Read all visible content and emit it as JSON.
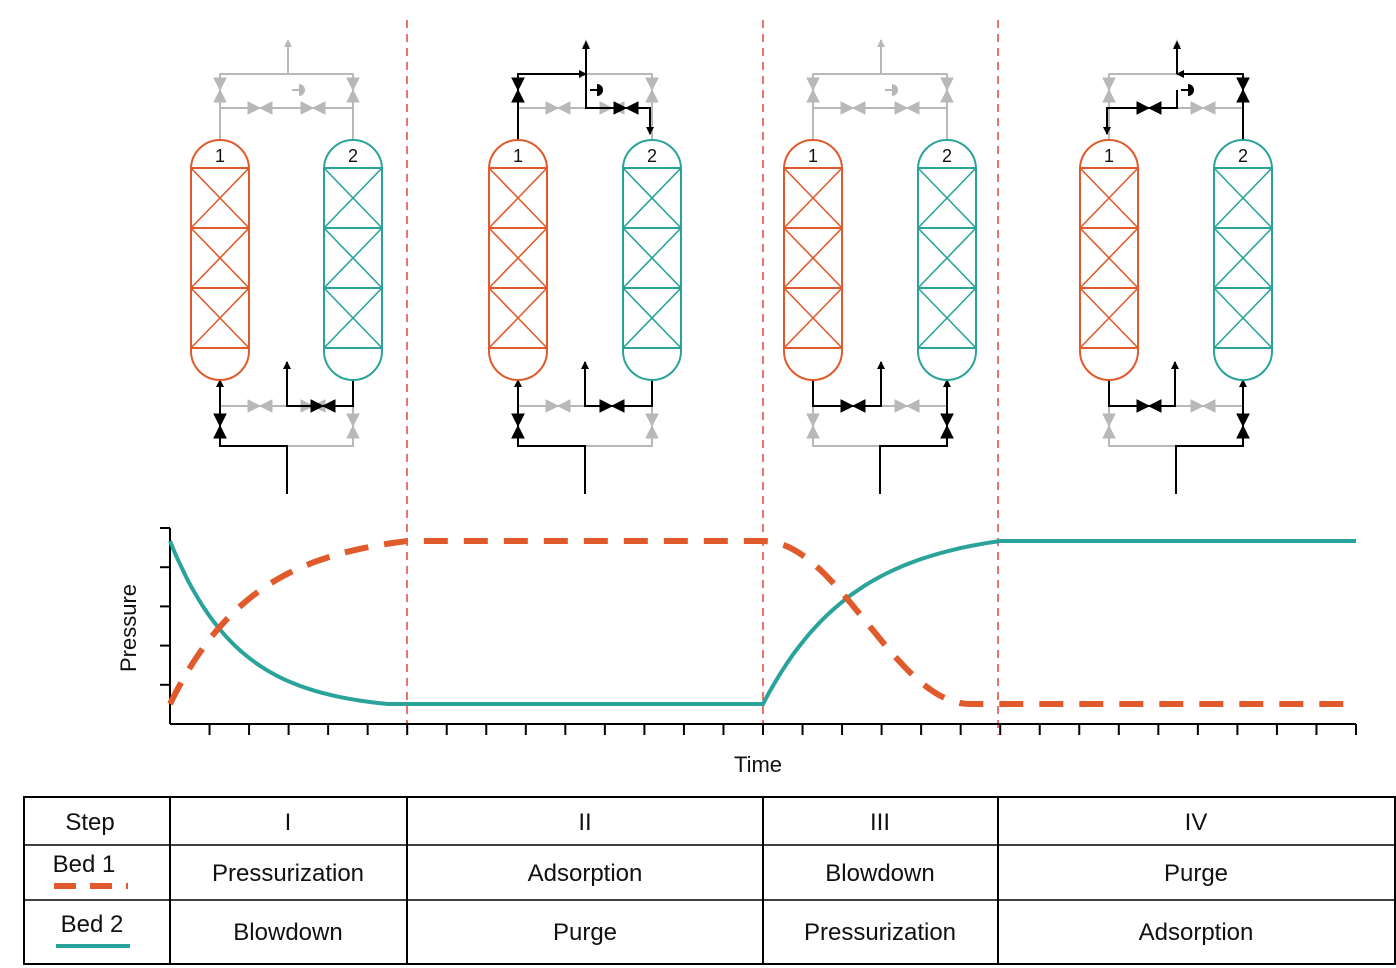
{
  "colors": {
    "bed1": "#e05a2b",
    "bed2": "#2aa39b",
    "divider": "#e8423a",
    "active_line": "#000000",
    "inactive_line": "#b8b8b8"
  },
  "beds": {
    "bed1_number": "1",
    "bed2_number": "2"
  },
  "chart": {
    "ylabel": "Pressure",
    "xlabel": "Time"
  },
  "chart_data": {
    "type": "line",
    "xlabel": "Time",
    "ylabel": "Pressure",
    "x_ticks_count": 30,
    "y_ticks_count": 5,
    "step_boundaries_in_ticks": [
      6,
      15,
      21,
      30
    ],
    "series": [
      {
        "name": "Bed 1",
        "style": "dashed",
        "color": "#e05a2b",
        "segments": [
          "rise from low to high over step I",
          "hold high over step II",
          "fall from high to low over step III",
          "hold low over step IV"
        ]
      },
      {
        "name": "Bed 2",
        "style": "solid",
        "color": "#2aa39b",
        "segments": [
          "fall from high to low over step I",
          "hold low over step II",
          "rise from low to high over step III",
          "hold high over step IV"
        ]
      }
    ]
  },
  "table": {
    "header": {
      "label": "Step",
      "steps": [
        "I",
        "II",
        "III",
        "IV"
      ]
    },
    "rows": [
      {
        "label": "Bed 1",
        "cells": [
          "Pressurization",
          "Adsorption",
          "Blowdown",
          "Purge"
        ]
      },
      {
        "label": "Bed 2",
        "cells": [
          "Blowdown",
          "Purge",
          "Pressurization",
          "Adsorption"
        ]
      }
    ]
  }
}
